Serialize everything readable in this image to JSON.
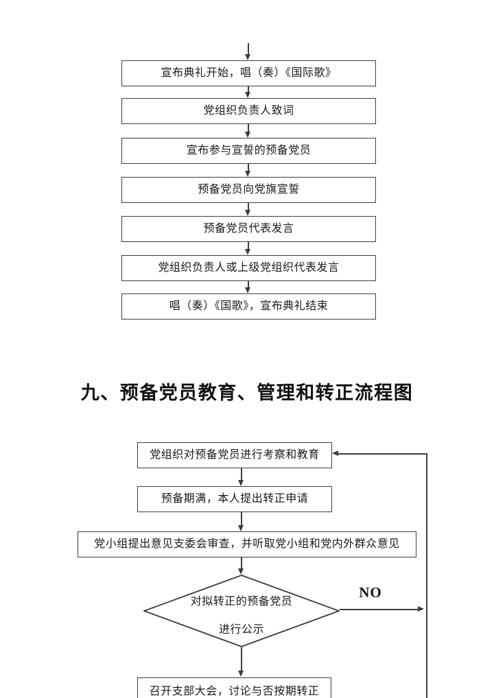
{
  "page": {
    "background_color": "#ffffff",
    "line_color": "#3c3c3c",
    "text_color": "#1a1a1a"
  },
  "ceremony_flow": {
    "steps": [
      "宣布典礼开始，唱（奏）《国际歌》",
      "党组织负责人致词",
      "宣布参与宣誓的预备党员",
      "预备党员向党旗宣誓",
      "预备党员代表发言",
      "党组织负责人或上级党组织代表发言",
      "唱（奏）《国歌》，宣布典礼结束"
    ]
  },
  "section_heading": "九、预备党员教育、管理和转正流程图",
  "transfer_flow": {
    "steps": [
      "党组织对预备党员进行考察和教育",
      "预备期满，本人提出转正申请",
      "党小组提出意见支委会审查，并听取党小组和党内外群众意见"
    ],
    "decision": {
      "line1": "对拟转正的预备党员",
      "line2": "进行公示"
    },
    "no_label": "NO",
    "bottom_step": "召开支部大会，讨论与否按期转正"
  }
}
